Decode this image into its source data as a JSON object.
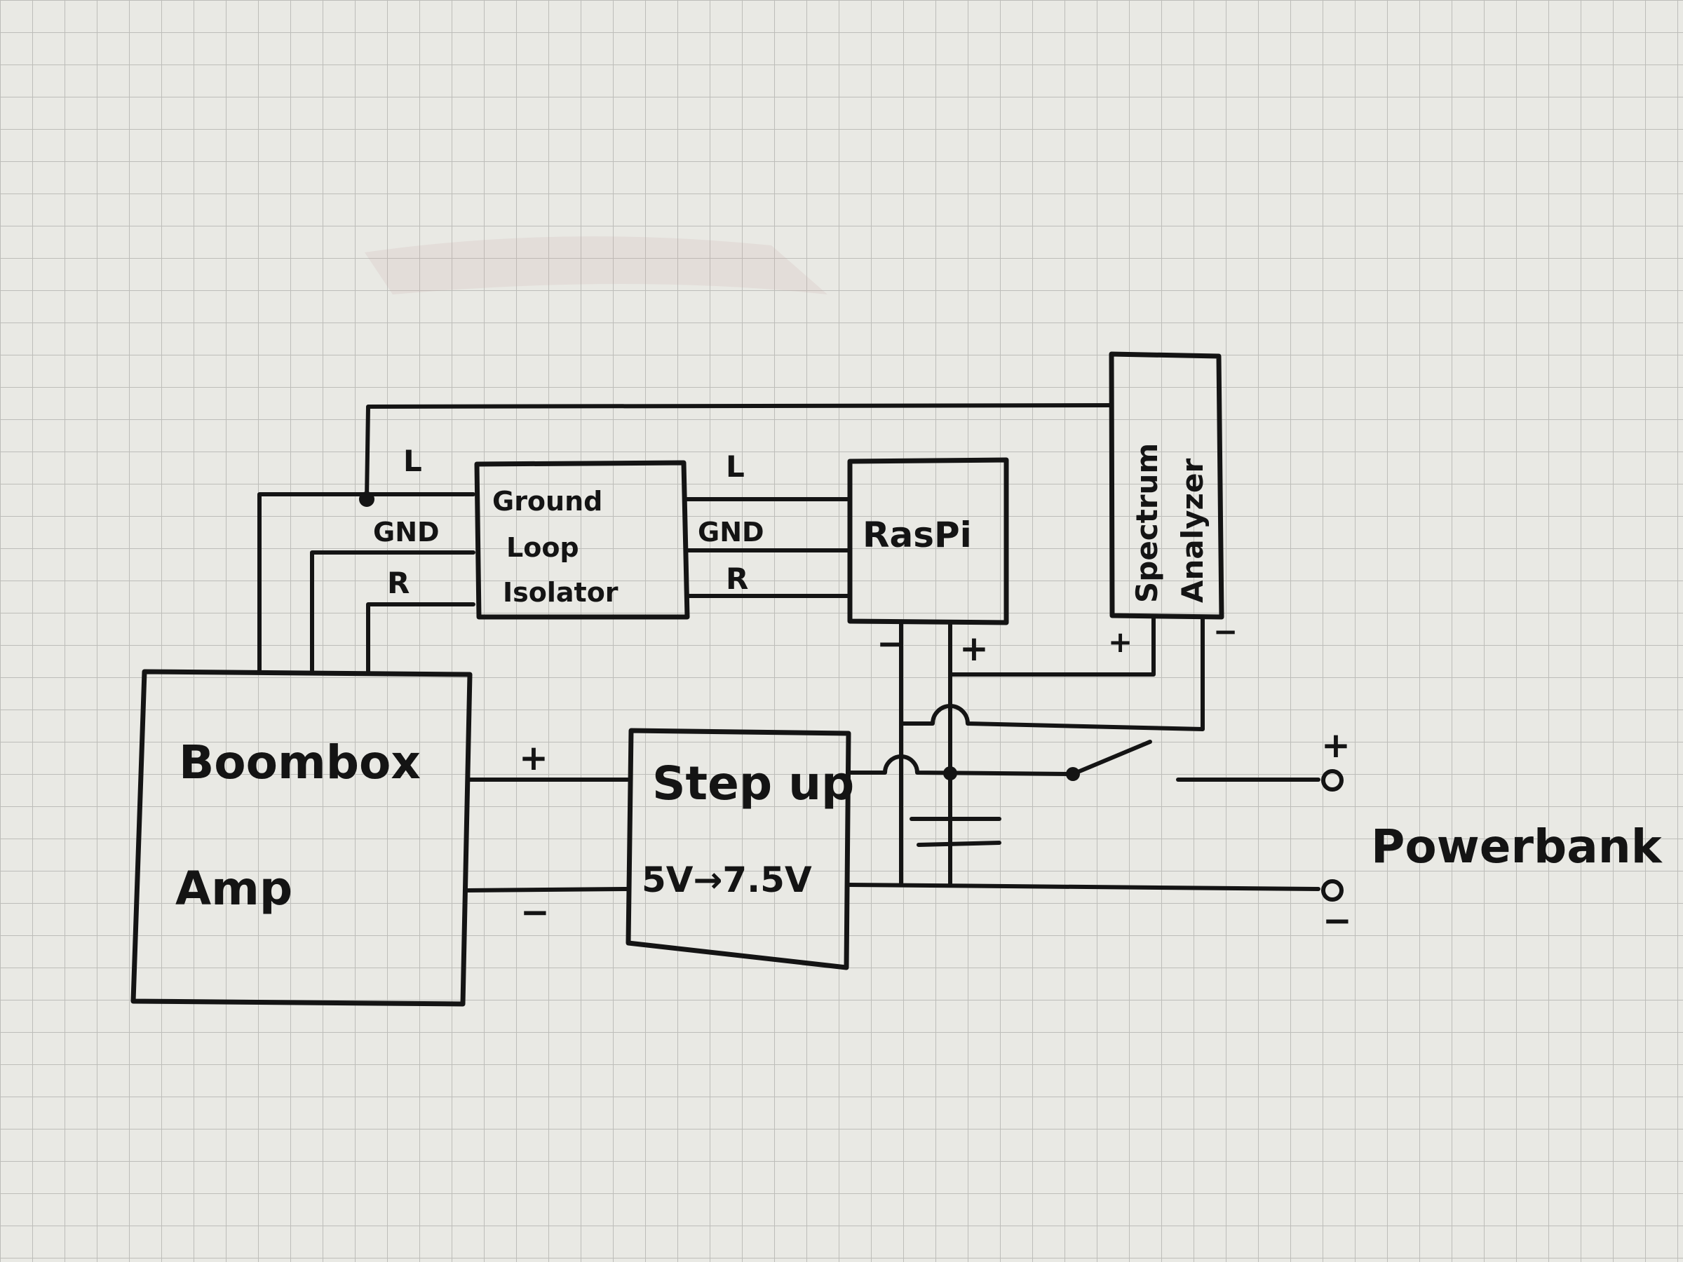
{
  "colors": {
    "paper": "#e9e9e4",
    "grid": "#bdbdb9",
    "ink": "#141414",
    "stain": "#c9a4a8"
  },
  "blocks": {
    "boombox": {
      "line1": "Boombox",
      "line2": "Amp"
    },
    "isolator": {
      "line1": "Ground",
      "line2": "Loop",
      "line3": "Isolator"
    },
    "raspi": {
      "label": "RasPi"
    },
    "analyzer": {
      "line1": "Spectrum",
      "line2": "Analyzer"
    },
    "stepup": {
      "line1": "Step up",
      "line2": "5V→7.5V"
    },
    "powerbank": {
      "label": "Powerbank"
    }
  },
  "labels": {
    "left": "L",
    "gnd": "GND",
    "right": "R",
    "plus": "+",
    "minus": "−"
  }
}
